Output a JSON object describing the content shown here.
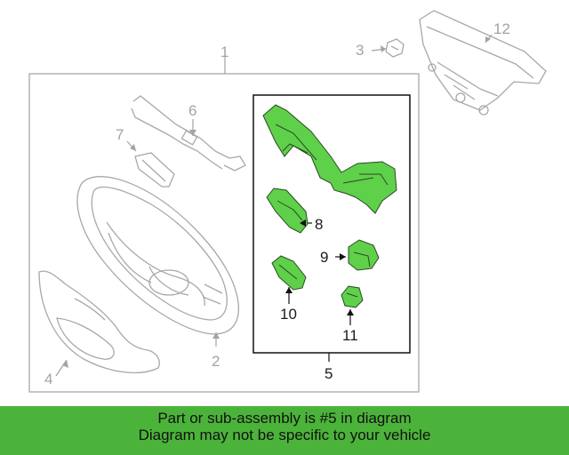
{
  "colors": {
    "highlight_part": "#5fd04a",
    "banner_background": "#4cb33a",
    "faded_part": "#a8a8a8",
    "outline_box": "#b3b3b3",
    "highlight_box": "#111111"
  },
  "callouts": {
    "c1": "1",
    "c2": "2",
    "c3": "3",
    "c4": "4",
    "c5": "5",
    "c6": "6",
    "c7": "7",
    "c8": "8",
    "c9": "9",
    "c10": "10",
    "c11": "11",
    "c12": "12"
  },
  "banner": {
    "line1": "Part or sub-assembly is #5 in diagram",
    "line2": "Diagram may not be specific to your vehicle"
  }
}
